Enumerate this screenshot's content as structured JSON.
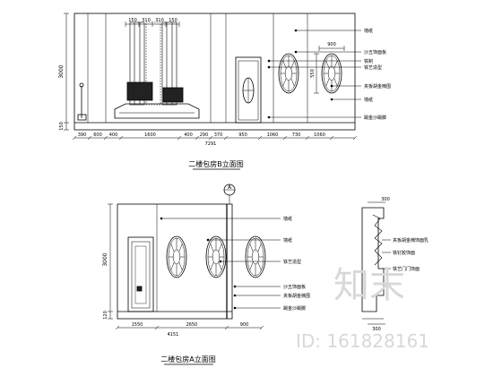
{
  "drawing_top": {
    "title": "二楼包房B立面图",
    "height_dim": "3000",
    "base_dim": "150",
    "top_dims": [
      "150",
      "310",
      "310",
      "150"
    ],
    "window_dim": "900",
    "window_height_dim": "550",
    "bottom_dims": [
      "390",
      "600",
      "400",
      "1600",
      "400",
      "290",
      "370",
      "950",
      "1060",
      "730",
      "1060"
    ],
    "total_dim": "7291",
    "labels": [
      "墙纸",
      "沙五饰面板",
      "铁制",
      "铁艺造型",
      "夹板胡金楠围",
      "墙纸",
      "踢金沙踢脚"
    ]
  },
  "drawing_bottom": {
    "title": "二楼包房A立面图",
    "section_mark": "A",
    "height_dim": "3000",
    "base_dim": "120",
    "bottom_dims": [
      "1550",
      "2650",
      "900"
    ],
    "total_dim": "4151",
    "labels": [
      "墙纸",
      "墙纸",
      "铁艺造型",
      "沙五饰面板",
      "夹板胡金楠围",
      "踢金沙踢脚"
    ],
    "detail_dims": [
      "300",
      "300"
    ],
    "detail_labels": [
      "夹板胡金楠饰面乳",
      "铁钉胶饰面",
      "铁艺门门饰面"
    ]
  },
  "watermark": {
    "logo_text": "知末",
    "id_text": "ID: 161828161"
  }
}
